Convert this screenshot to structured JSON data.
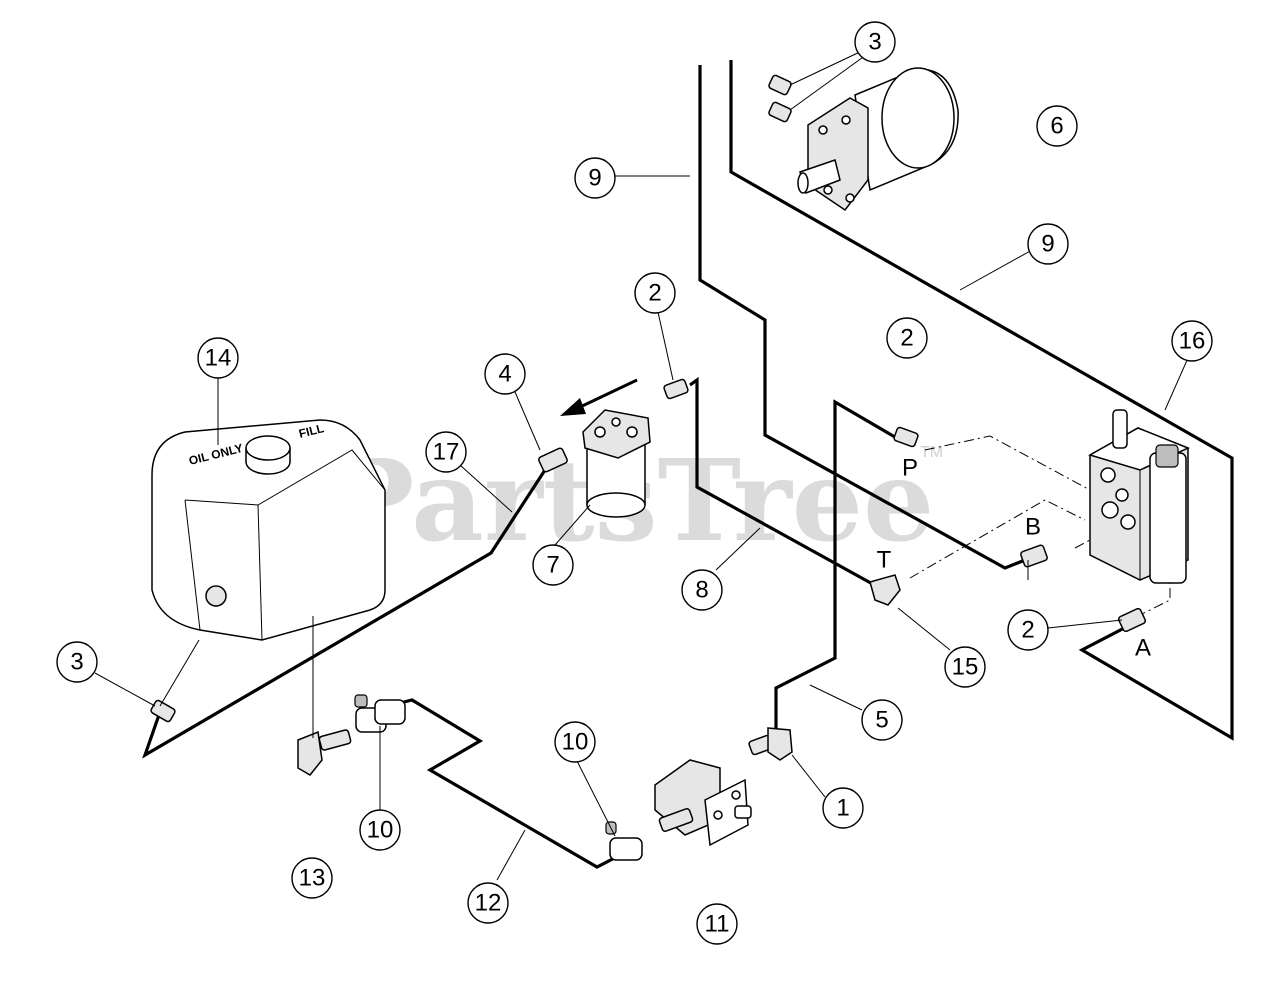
{
  "watermark": {
    "text": "PartsTree",
    "tm": "TM"
  },
  "tank": {
    "label_a": "OIL ONLY",
    "label_b": "FILL"
  },
  "callouts": {
    "c1": "1",
    "c2a": "2",
    "c2b": "2",
    "c2c": "2",
    "c3a": "3",
    "c3b": "3",
    "c4": "4",
    "c5": "5",
    "c6": "6",
    "c7": "7",
    "c8": "8",
    "c9a": "9",
    "c9b": "9",
    "c10a": "10",
    "c10b": "10",
    "c11": "11",
    "c12": "12",
    "c13": "13",
    "c14": "14",
    "c15": "15",
    "c16": "16",
    "c17": "17"
  },
  "ports": {
    "p": "P",
    "t": "T",
    "b": "B",
    "a": "A"
  }
}
